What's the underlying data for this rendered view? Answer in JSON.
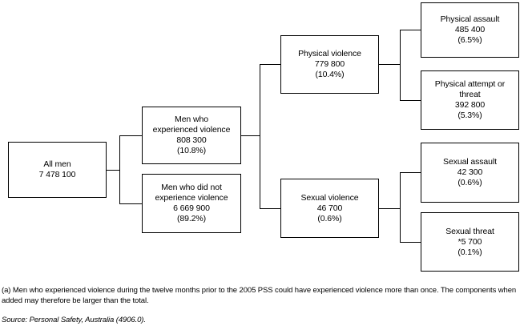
{
  "diagram": {
    "description": "Tree diagram of men's experience of violence, 2005 Personal Safety Survey",
    "total_population": "All men",
    "nodes": {
      "all_men": {
        "line1": "All men",
        "value": "7 478 100"
      },
      "experienced": {
        "line1": "Men who",
        "line2": "experienced violence",
        "value": "808 300",
        "pct": "(10.8%)"
      },
      "not_experienced": {
        "line1": "Men who did not",
        "line2": "experience violence",
        "value": "6 669 900",
        "pct": "(89.2%)"
      },
      "physical_violence": {
        "line1": "Physical violence",
        "value": "779 800",
        "pct": "(10.4%)"
      },
      "sexual_violence": {
        "line1": "Sexual violence",
        "value": "46 700",
        "pct": "(0.6%)"
      },
      "physical_assault": {
        "line1": "Physical assault",
        "value": "485 400",
        "pct": "(6.5%)"
      },
      "physical_attempt_or_threat": {
        "line1": "Physical attempt or",
        "line2": "threat",
        "value": "392 800",
        "pct": "(5.3%)"
      },
      "sexual_assault": {
        "line1": "Sexual assault",
        "value": "42 300",
        "pct": "(0.6%)"
      },
      "sexual_threat": {
        "line1": "Sexual threat",
        "value": "*5 700",
        "pct": "(0.1%)"
      }
    },
    "hierarchy": {
      "all_men": [
        "experienced",
        "not_experienced"
      ],
      "experienced": [
        "physical_violence",
        "sexual_violence"
      ],
      "physical_violence": [
        "physical_assault",
        "physical_attempt_or_threat"
      ],
      "sexual_violence": [
        "sexual_assault",
        "sexual_threat"
      ]
    },
    "colors": {
      "line": "#000000",
      "text": "#000000",
      "background": "#ffffff"
    }
  },
  "footnote": {
    "line1": "(a) Men who experienced violence during the twelve months prior to the 2005 PSS could have experienced violence more than once. The components when",
    "line2": "added may therefore be larger than the total."
  },
  "source": "Source: Personal Safety, Australia (4906.0)."
}
